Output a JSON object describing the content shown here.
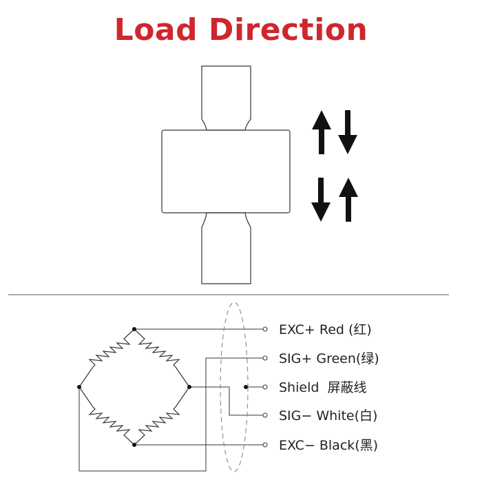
{
  "title": "Load Direction",
  "colors": {
    "title": "#d0262e",
    "line": "#333333",
    "arrow": "#111111",
    "shield": "#888888"
  },
  "wires": [
    {
      "label": "EXC+ Red (红)"
    },
    {
      "label": "SIG+ Green(绿)"
    },
    {
      "label": "Shield  屏蔽线"
    },
    {
      "label": "SIG− White(白)"
    },
    {
      "label": "EXC− Black(黑)"
    }
  ],
  "arrows": {
    "upper_pair": [
      "up",
      "down"
    ],
    "lower_pair": [
      "down",
      "up"
    ]
  }
}
